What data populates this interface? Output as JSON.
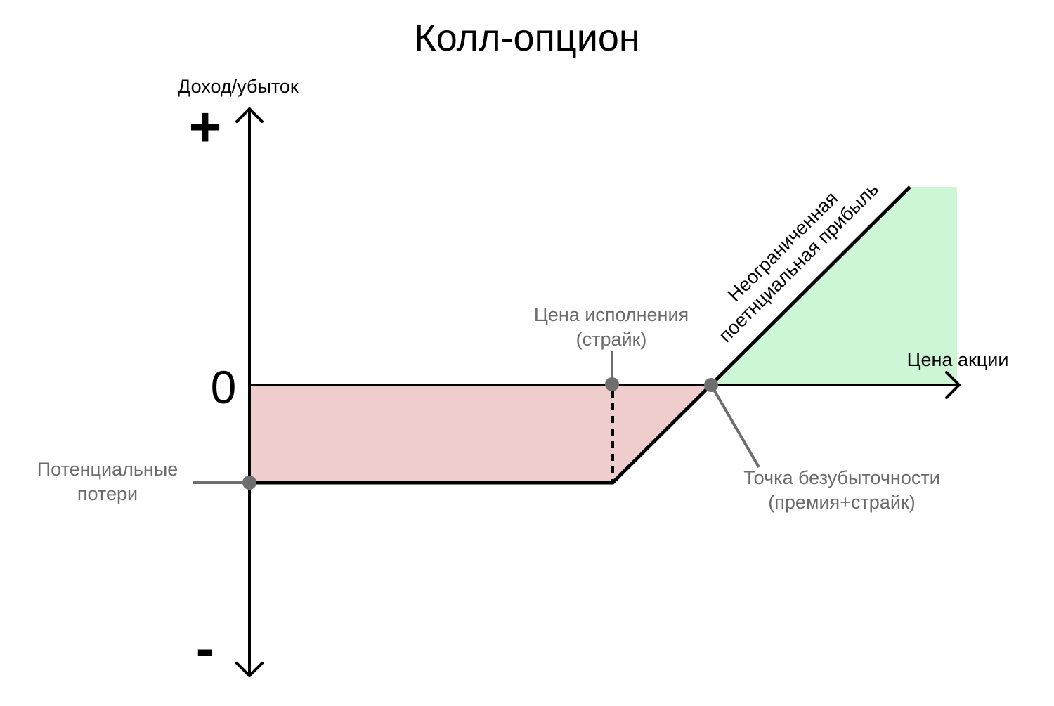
{
  "title": "Колл-опцион",
  "y_axis": {
    "label": "Доход/убыток",
    "plus": "+",
    "zero": "0",
    "minus": "-"
  },
  "x_axis": {
    "label": "Цена акции"
  },
  "annotations": {
    "strike_line1": "Цена исполнения",
    "strike_line2": "(страйк)",
    "loss_line1": "Потенциальные",
    "loss_line2": "потери",
    "breakeven_line1": "Точка безубыточности",
    "breakeven_line2": "(премия+страйк)",
    "profit_line1": "Неограниченная",
    "profit_line2": "поетнциальная прибыль"
  },
  "colors": {
    "loss_fill": "#f0cdcd",
    "profit_fill": "#cdf6d6",
    "marker": "#6e6e6e",
    "line": "#000000"
  }
}
